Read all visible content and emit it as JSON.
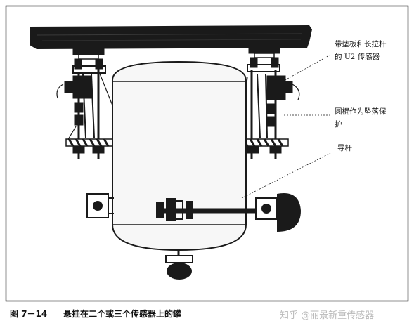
{
  "labels": {
    "sensor_line1": "带垫板和长拉杆",
    "sensor_line2": "的 U2 传感器",
    "rod_line1": "圆棍作为坠落保",
    "rod_line2": "护",
    "guide_rod": "导杆"
  },
  "caption": {
    "figure_number": "图 7－14",
    "title": "悬挂在二个或三个传感器上的罐"
  },
  "watermark": {
    "text": "知乎 @丽景新重传感器"
  },
  "colors": {
    "ink": "#1a1a1a",
    "frame": "#222222",
    "tank_body": "#f7f7f7",
    "background": "#ffffff",
    "watermark": "#b9b9b9"
  }
}
